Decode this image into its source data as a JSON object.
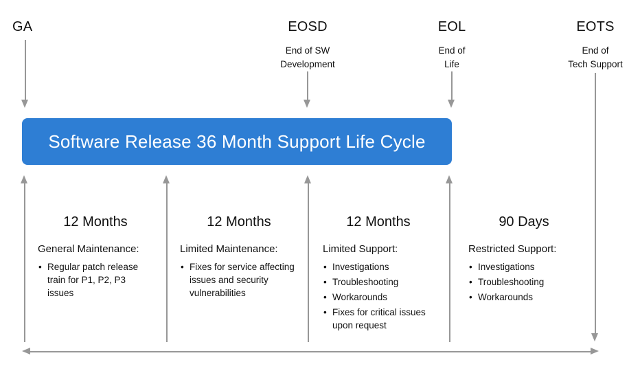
{
  "colors": {
    "banner_blue": "#2e7ed4",
    "banner_text": "#ffffff",
    "arrow_gray": "#979797",
    "text": "#111111"
  },
  "milestones": [
    {
      "abbr": "GA",
      "sub": []
    },
    {
      "abbr": "EOSD",
      "sub": [
        "End of SW",
        "Development"
      ]
    },
    {
      "abbr": "EOL",
      "sub": [
        "End of",
        "Life"
      ]
    },
    {
      "abbr": "EOTS",
      "sub": [
        "End of",
        "Tech Support"
      ]
    }
  ],
  "banner": {
    "title": "Software Release 36 Month Support Life Cycle"
  },
  "phases": [
    {
      "duration": "12 Months",
      "category": "General Maintenance:",
      "items": [
        "Regular patch release train for P1, P2, P3 issues"
      ]
    },
    {
      "duration": "12 Months",
      "category": "Limited Maintenance:",
      "items": [
        "Fixes for service affecting issues and security vulnerabilities"
      ]
    },
    {
      "duration": "12 Months",
      "category": "Limited Support:",
      "items": [
        "Investigations",
        "Troubleshooting",
        "Workarounds",
        "Fixes for critical issues upon request"
      ]
    },
    {
      "duration": "90 Days",
      "category": "Restricted Support:",
      "items": [
        "Investigations",
        "Troubleshooting",
        "Workarounds"
      ]
    }
  ]
}
